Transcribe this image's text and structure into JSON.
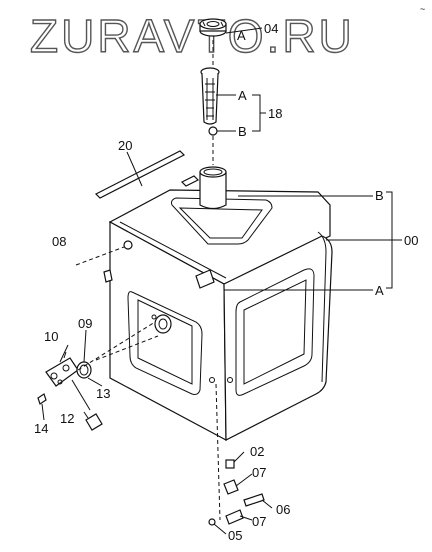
{
  "watermark": "ZURAVTO.RU",
  "corner_mark": "~",
  "labels": {
    "l04": "04",
    "lA_top": "A",
    "lA_mid": "A",
    "lB_mid": "B",
    "l18": "18",
    "l20": "20",
    "lB_right": "B",
    "l00": "00",
    "lA_right": "A",
    "l08": "08",
    "l10": "10",
    "l09": "09",
    "l13": "13",
    "l12": "12",
    "l14": "14",
    "l02": "02",
    "l07a": "07",
    "l06": "06",
    "l07b": "07",
    "l05": "05"
  }
}
